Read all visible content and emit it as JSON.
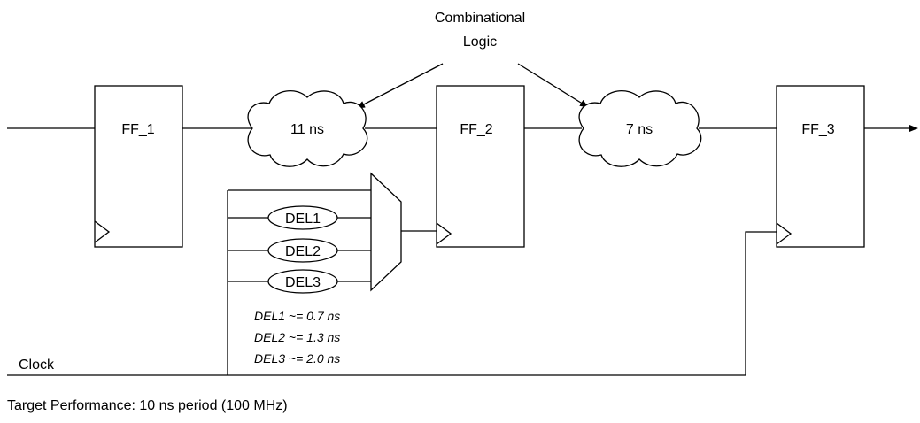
{
  "title": {
    "line1": "Combinational",
    "line2": "Logic"
  },
  "flipflops": [
    "FF_1",
    "FF_2",
    "FF_3"
  ],
  "logic_delays": [
    "11 ns",
    "7 ns"
  ],
  "delay_cells": [
    "DEL1",
    "DEL2",
    "DEL3"
  ],
  "delay_notes": [
    "DEL1 ~= 0.7 ns",
    "DEL2 ~= 1.3 ns",
    "DEL3 ~= 2.0 ns"
  ],
  "clock_label": "Clock",
  "footer": "Target Performance: 10 ns period (100 MHz)"
}
